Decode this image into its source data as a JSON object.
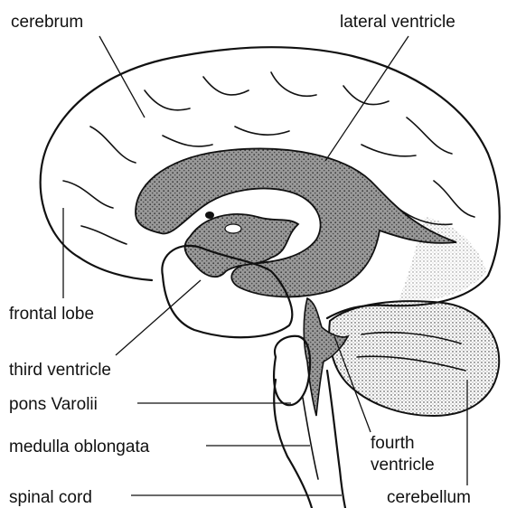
{
  "labels": {
    "cerebrum": "cerebrum",
    "lateral_ventricle": "lateral ventricle",
    "frontal_lobe": "frontal lobe",
    "third_ventricle": "third ventricle",
    "pons_varolii": "pons Varolii",
    "medulla_oblongata": "medulla oblongata",
    "fourth_ventricle_line1": "fourth",
    "fourth_ventricle_line2": "ventricle",
    "spinal_cord": "spinal cord",
    "cerebellum": "cerebellum"
  },
  "colors": {
    "ink": "#111111",
    "ventricle_fill": "#8f8f8f",
    "background": "#ffffff"
  }
}
